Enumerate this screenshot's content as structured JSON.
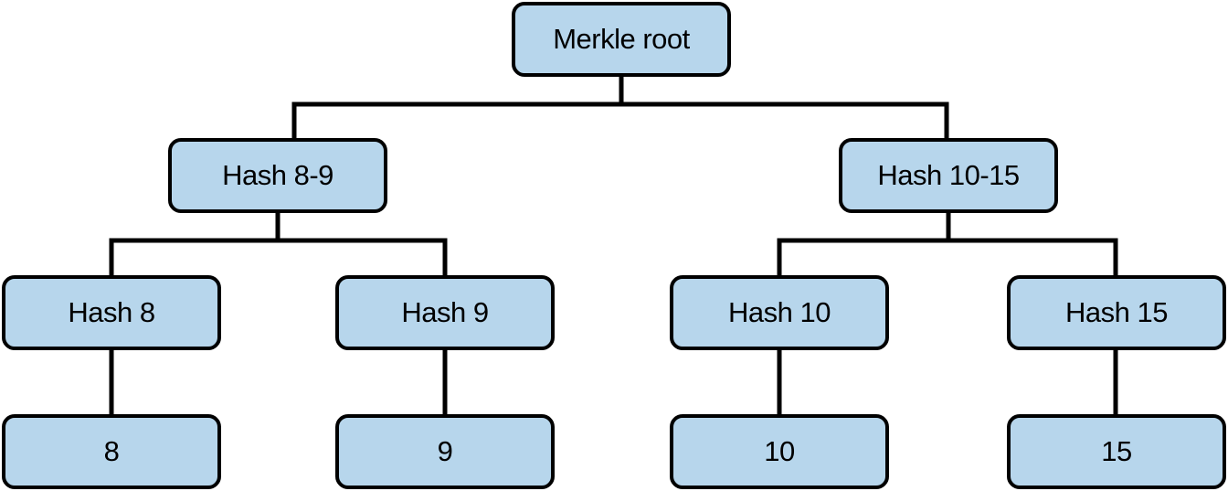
{
  "diagram": {
    "nodes": {
      "root": "Merkle root",
      "hash_8_9": "Hash 8-9",
      "hash_10_15": "Hash 10-15",
      "hash_8": "Hash 8",
      "hash_9": "Hash 9",
      "hash_10": "Hash 10",
      "hash_15": "Hash 15",
      "leaf_8": "8",
      "leaf_9": "9",
      "leaf_10": "10",
      "leaf_15": "15"
    },
    "edges": [
      [
        "root",
        "hash_8_9"
      ],
      [
        "root",
        "hash_10_15"
      ],
      [
        "hash_8_9",
        "hash_8"
      ],
      [
        "hash_8_9",
        "hash_9"
      ],
      [
        "hash_10_15",
        "hash_10"
      ],
      [
        "hash_10_15",
        "hash_15"
      ],
      [
        "hash_8",
        "leaf_8"
      ],
      [
        "hash_9",
        "leaf_9"
      ],
      [
        "hash_10",
        "leaf_10"
      ],
      [
        "hash_15",
        "leaf_15"
      ]
    ],
    "colors": {
      "node_fill": "#b7d6ec",
      "stroke": "#000000"
    }
  }
}
